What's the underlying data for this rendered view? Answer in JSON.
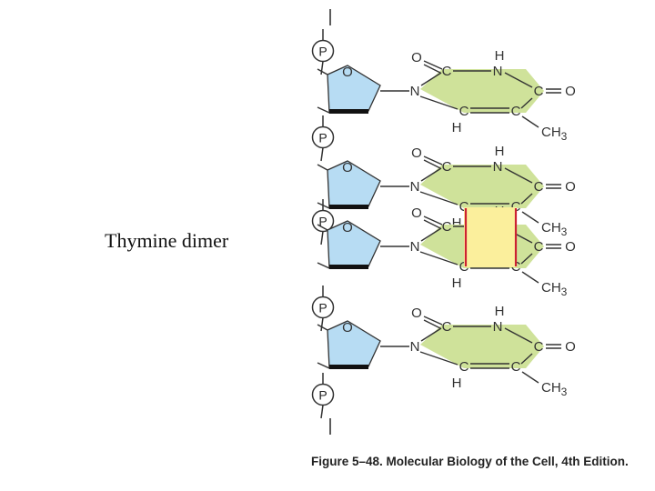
{
  "slide": {
    "label": "Thymine dimer"
  },
  "caption": "Figure 5–48. Molecular Biology of the Cell, 4th Edition.",
  "colors": {
    "sugar": "#b7dcf3",
    "base": "#cfe29a",
    "dimer_ring": "#fbef9c",
    "crosslink": "#cc2233",
    "bond": "#333333"
  },
  "atoms": {
    "phosphate": "P",
    "sugar_oxygen": "O",
    "carbonyl_oxygen": "O",
    "carbon": "C",
    "nitrogen": "N",
    "hydrogen": "H",
    "methyl": "CH3"
  },
  "nucleotide_count": 4,
  "phosphate_count": 5,
  "dimer_pair": [
    2,
    3
  ]
}
